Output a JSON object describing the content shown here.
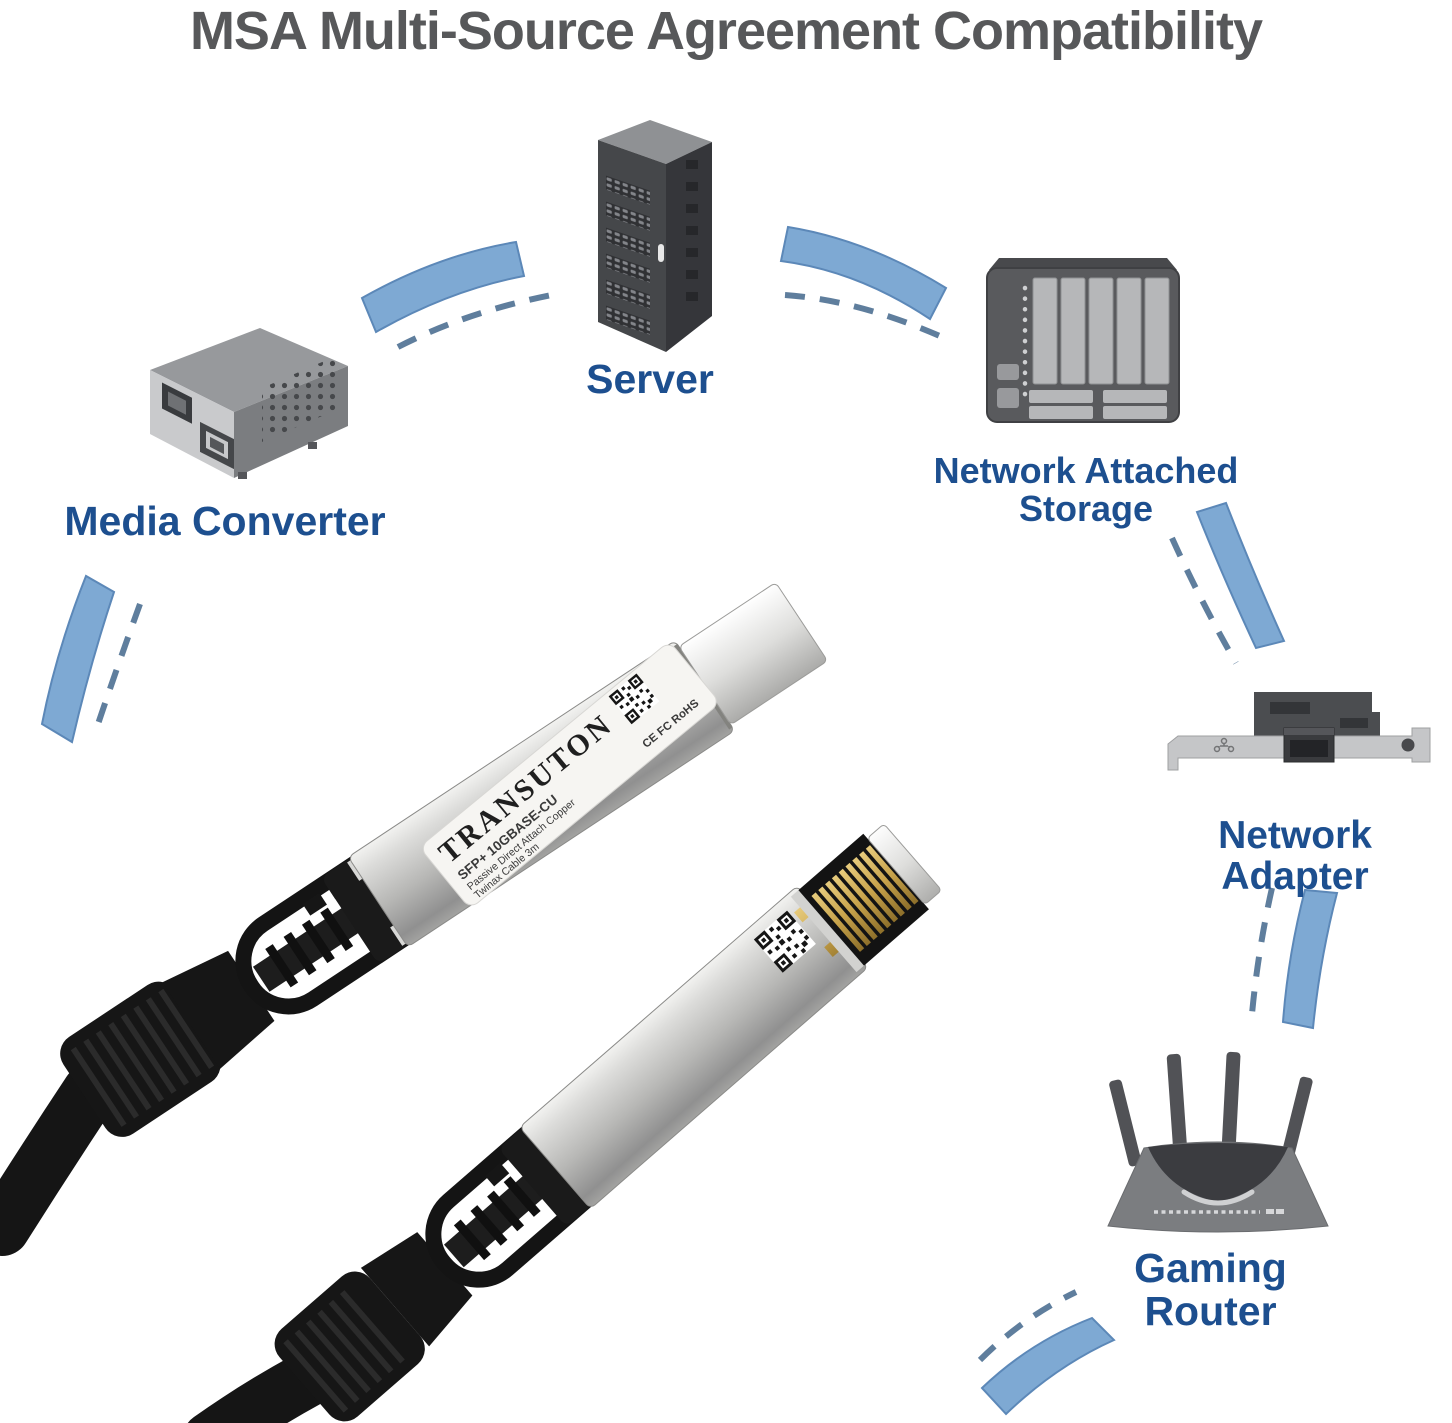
{
  "title": "MSA Multi-Source Agreement Compatibility",
  "devices": [
    {
      "id": "server",
      "icon": "server-icon",
      "label": "Server"
    },
    {
      "id": "media-converter",
      "icon": "media-converter-icon",
      "label": "Media Converter"
    },
    {
      "id": "nas",
      "icon": "nas-icon",
      "label": "Network Attached Storage"
    },
    {
      "id": "network-adapter",
      "icon": "network-adapter-icon",
      "label": "Network Adapter"
    },
    {
      "id": "gaming-router",
      "icon": "gaming-router-icon",
      "label": "Gaming Router"
    }
  ],
  "transceiver_label": {
    "brand": "TRANSUTON",
    "model": "SFP+ 10GBASE-CU",
    "description": "Passive Direct Attach Copper",
    "cable_spec": "Twinax Cable 3m",
    "marks": "CE FC RoHS"
  },
  "colors": {
    "title": "#57585a",
    "device_label": "#1d4f8f",
    "arc_fill": "#7ea9d3",
    "arc_stroke": "#5c88b8",
    "dash": "#5f7e9d",
    "cable_black": "#151515",
    "connector_silver": "#c9c9c7",
    "pin_gold": "#c7a24a"
  }
}
